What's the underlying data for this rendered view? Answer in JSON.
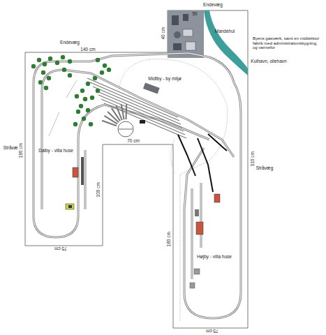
{
  "diagram": {
    "labels": [
      "Endevæg",
      "Mandehul",
      "Byens gasværk, samt en middelstor fabrik med administrationsbygning, og varmefor",
      "Kulhavn, oliehavn",
      "50",
      "40 cm",
      "Endevæg",
      "140 cm",
      "Midtby - by miljø",
      "Stråvæg",
      "190 cm",
      "Dalby - villa huse",
      "100 cm",
      "70 cm",
      "75 cm",
      "Stråvæg",
      "310 cm",
      "180 cm",
      "Højby - villa huse",
      "75 cm"
    ]
  }
}
